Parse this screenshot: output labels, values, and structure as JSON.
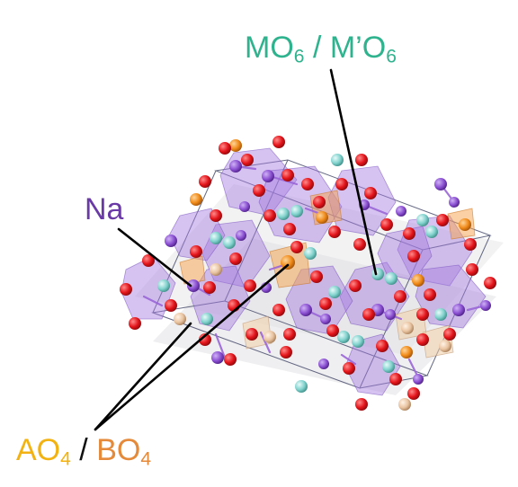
{
  "labels": {
    "mo6": {
      "prefix": "MO",
      "sub": "6",
      "sep": " / M’O",
      "sub2": "6"
    },
    "na": "Na",
    "ao4": {
      "a": "AO",
      "a_sub": "4",
      "sep": " / ",
      "b": "BO",
      "b_sub": "4"
    }
  },
  "colors": {
    "mo6_label": "#2fb38e",
    "na_label": "#6a3aa6",
    "ao4_label": "#f2b312",
    "bo4_label": "#e58a3a",
    "oxygen": "#e3141a",
    "sodium": "#8a4fd1",
    "m_site": "#7fd1cc",
    "a_site": "#f08a18",
    "b_site": "#e9c3a0",
    "polyhedra": "#a37be0",
    "leader": "#000000"
  }
}
